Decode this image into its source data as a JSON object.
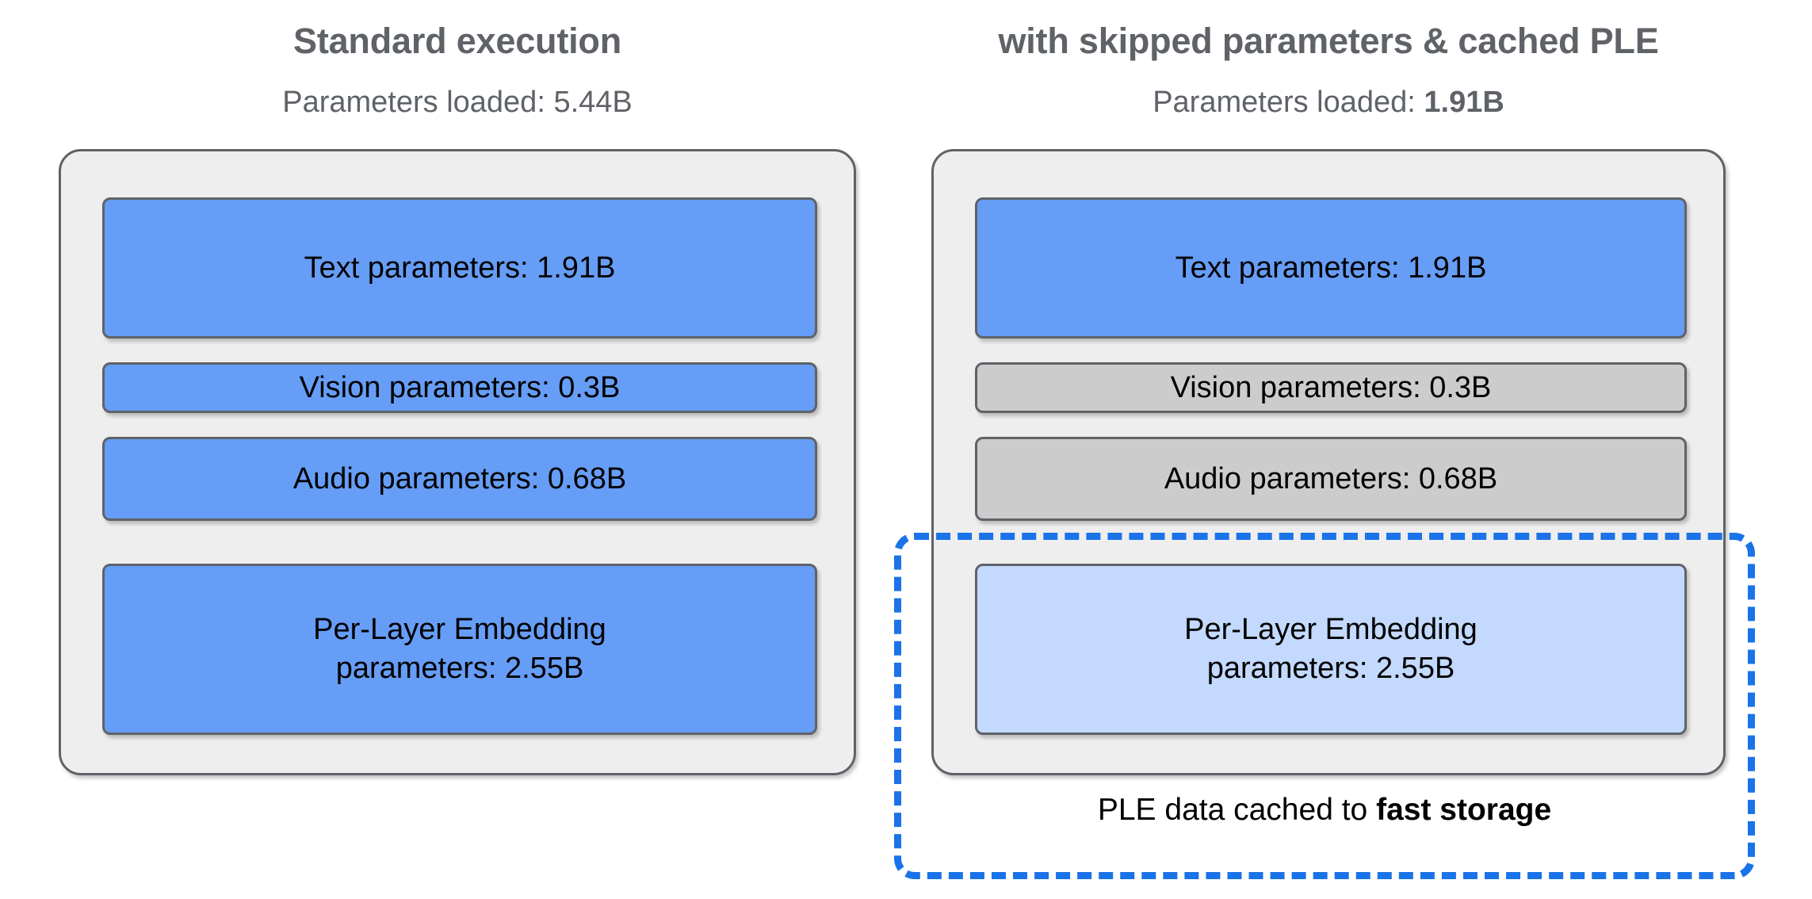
{
  "diagram": {
    "title": "Standard execution vs. skipped parameters & cached PLE",
    "accent_blue": "#1a73e8",
    "block_blue": "#669DF6",
    "block_gray": "#CCCCCC",
    "block_light_blue": "#C3D9FD",
    "panel_bg": "#eeeeee",
    "panel_border": "#5f6368"
  },
  "columns": [
    {
      "id": "standard",
      "title": "Standard execution",
      "subtitle_prefix": "Parameters loaded: ",
      "subtitle_value": "5.44B",
      "subtitle_value_bold": false,
      "blocks": [
        {
          "id": "text",
          "label": "Text parameters: 1.91B",
          "state": "loaded",
          "fill": "#669DF6"
        },
        {
          "id": "vision",
          "label": "Vision parameters: 0.3B",
          "state": "loaded",
          "fill": "#669DF6"
        },
        {
          "id": "audio",
          "label": "Audio parameters: 0.68B",
          "state": "loaded",
          "fill": "#669DF6"
        },
        {
          "id": "ple",
          "label": "Per-Layer Embedding\nparameters: 2.55B",
          "label_line1": "Per-Layer Embedding",
          "label_line2": "parameters: 2.55B",
          "state": "loaded",
          "fill": "#669DF6"
        }
      ]
    },
    {
      "id": "optimized",
      "title": "with skipped parameters & cached PLE",
      "subtitle_prefix": "Parameters loaded: ",
      "subtitle_value": "1.91B",
      "subtitle_value_bold": true,
      "blocks": [
        {
          "id": "text",
          "label": "Text parameters: 1.91B",
          "state": "loaded",
          "fill": "#669DF6"
        },
        {
          "id": "vision",
          "label": "Vision parameters: 0.3B",
          "state": "skipped",
          "fill": "#CCCCCC"
        },
        {
          "id": "audio",
          "label": "Audio parameters: 0.68B",
          "state": "skipped",
          "fill": "#CCCCCC"
        },
        {
          "id": "ple",
          "label": "Per-Layer Embedding\nparameters: 2.55B",
          "label_line1": "Per-Layer Embedding",
          "label_line2": "parameters: 2.55B",
          "state": "cached",
          "fill": "#C3D9FD"
        }
      ],
      "cache_caption_prefix": "PLE data cached to ",
      "cache_caption_strong": "fast storage"
    }
  ]
}
